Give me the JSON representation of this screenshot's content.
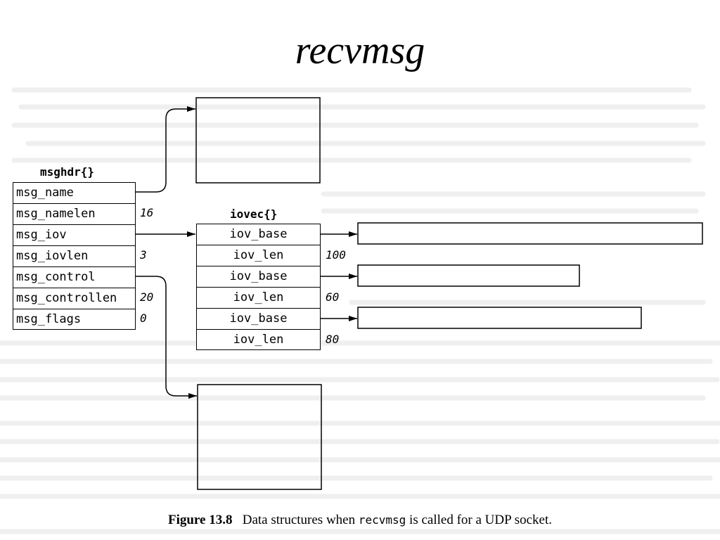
{
  "title": "recvmsg",
  "msghdr": {
    "label": "msghdr{}",
    "fields": [
      "msg_name",
      "msg_namelen",
      "msg_iov",
      "msg_iovlen",
      "msg_control",
      "msg_controllen",
      "msg_flags"
    ],
    "values": [
      "",
      "16",
      "",
      "3",
      "",
      "20",
      "0"
    ]
  },
  "iovec": {
    "label": "iovec{}",
    "fields": [
      "iov_base",
      "iov_len",
      "iov_base",
      "iov_len",
      "iov_base",
      "iov_len"
    ],
    "values": [
      "",
      "100",
      "",
      "60",
      "",
      "80"
    ]
  },
  "caption": {
    "figure": "Figure 13.8",
    "text_before": "Data structures when",
    "code": "recvmsg",
    "text_after": "is called for a UDP socket."
  }
}
